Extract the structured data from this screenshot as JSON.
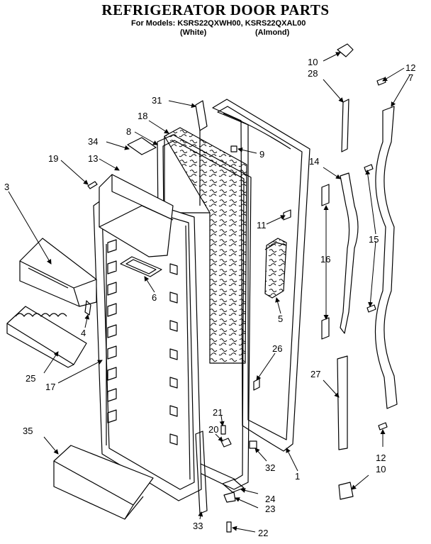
{
  "header": {
    "title": "REFRIGERATOR DOOR PARTS",
    "models_line": "For Models: KSRS22QXWH00, KSRS22QXAL00",
    "variant_white": "(White)",
    "variant_almond": "(Almond)"
  },
  "callouts": [
    "31",
    "18",
    "8",
    "34",
    "13",
    "19",
    "3",
    "9",
    "11",
    "6",
    "5",
    "4",
    "25",
    "17",
    "26",
    "21",
    "20",
    "35",
    "33",
    "32",
    "24",
    "23",
    "22",
    "1",
    "10",
    "28",
    "12",
    "7",
    "14",
    "15",
    "16",
    "27"
  ]
}
